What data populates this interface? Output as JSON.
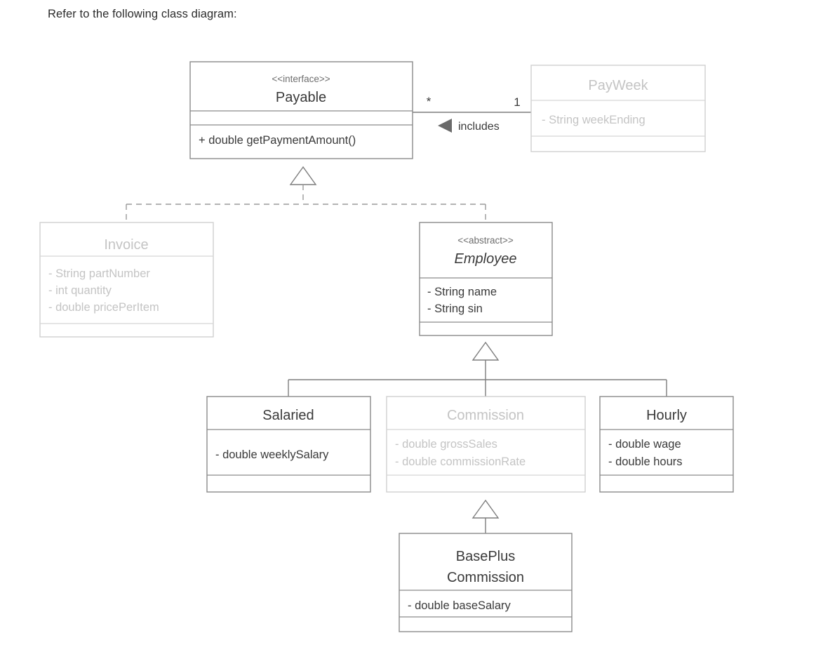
{
  "page": {
    "prompt": "Refer to the following class diagram:"
  },
  "colors": {
    "active_text": "#3a3a3a",
    "faded_text": "#c4c4c4",
    "active_border": "#8a8a8a",
    "faded_border": "#cfcfcf",
    "connector": "#7d7d7d",
    "background": "#ffffff"
  },
  "diagram": {
    "type": "uml-class-diagram",
    "classes": [
      {
        "id": "payable",
        "name": "Payable",
        "stereotype": "<<interface>>",
        "abstract": false,
        "state": "active",
        "attributes": [],
        "operations": [
          "+ double getPaymentAmount()"
        ]
      },
      {
        "id": "payweek",
        "name": "PayWeek",
        "stereotype": "",
        "abstract": false,
        "state": "faded",
        "attributes": [
          "- String weekEnding"
        ],
        "operations": []
      },
      {
        "id": "invoice",
        "name": "Invoice",
        "stereotype": "",
        "abstract": false,
        "state": "faded",
        "attributes": [
          "- String partNumber",
          "- int quantity",
          "- double pricePerItem"
        ],
        "operations": []
      },
      {
        "id": "employee",
        "name": "Employee",
        "stereotype": "<<abstract>>",
        "abstract": true,
        "state": "active",
        "attributes": [
          "- String name",
          "- String sin"
        ],
        "operations": []
      },
      {
        "id": "salaried",
        "name": "Salaried",
        "stereotype": "",
        "abstract": false,
        "state": "active",
        "attributes": [
          "- double weeklySalary"
        ],
        "operations": []
      },
      {
        "id": "commission",
        "name": "Commission",
        "stereotype": "",
        "abstract": false,
        "state": "faded",
        "attributes": [
          "- double grossSales",
          "- double commissionRate"
        ],
        "operations": []
      },
      {
        "id": "hourly",
        "name": "Hourly",
        "stereotype": "",
        "abstract": false,
        "state": "active",
        "attributes": [
          "- double wage",
          "- double hours"
        ],
        "operations": []
      },
      {
        "id": "baseplus-commission",
        "name": "BasePlus Commission",
        "name_lines": [
          "BasePlus",
          "Commission"
        ],
        "stereotype": "",
        "abstract": false,
        "state": "active",
        "attributes": [
          "- double baseSalary"
        ],
        "operations": []
      }
    ],
    "relationships": [
      {
        "id": "payable-payweek",
        "kind": "association",
        "from": "payable",
        "to": "payweek",
        "label": "includes",
        "source_multiplicity": "*",
        "target_multiplicity": "1",
        "arrow": "solid-triangle"
      },
      {
        "id": "invoice-payable",
        "kind": "realization",
        "from": "invoice",
        "to": "payable",
        "line": "dashed",
        "arrow": "hollow-triangle"
      },
      {
        "id": "employee-payable",
        "kind": "realization",
        "from": "employee",
        "to": "payable",
        "line": "dashed",
        "arrow": "hollow-triangle"
      },
      {
        "id": "salaried-employee",
        "kind": "generalization",
        "from": "salaried",
        "to": "employee",
        "line": "solid",
        "arrow": "hollow-triangle"
      },
      {
        "id": "commission-employee",
        "kind": "generalization",
        "from": "commission",
        "to": "employee",
        "line": "solid",
        "arrow": "hollow-triangle"
      },
      {
        "id": "hourly-employee",
        "kind": "generalization",
        "from": "hourly",
        "to": "employee",
        "line": "solid",
        "arrow": "hollow-triangle"
      },
      {
        "id": "baseplus-commission-commission",
        "kind": "generalization",
        "from": "baseplus-commission",
        "to": "commission",
        "line": "solid",
        "arrow": "hollow-triangle"
      }
    ]
  },
  "labels": {
    "payable_stereotype": "<<interface>>",
    "payable_name": "Payable",
    "payable_op_1": "+ double getPaymentAmount()",
    "payweek_name": "PayWeek",
    "payweek_attr_1": "- String weekEnding",
    "assoc_mult_source": "*",
    "assoc_mult_target": "1",
    "assoc_label": "includes",
    "invoice_name": "Invoice",
    "invoice_attr_1": "- String partNumber",
    "invoice_attr_2": "- int quantity",
    "invoice_attr_3": "- double pricePerItem",
    "employee_stereotype": "<<abstract>>",
    "employee_name": "Employee",
    "employee_attr_1": "- String name",
    "employee_attr_2": "- String sin",
    "salaried_name": "Salaried",
    "salaried_attr_1": "- double weeklySalary",
    "commission_name": "Commission",
    "commission_attr_1": "- double grossSales",
    "commission_attr_2": "- double commissionRate",
    "hourly_name": "Hourly",
    "hourly_attr_1": "- double wage",
    "hourly_attr_2": "- double hours",
    "baseplus_name_line1": "BasePlus",
    "baseplus_name_line2": "Commission",
    "baseplus_attr_1": "- double baseSalary"
  }
}
